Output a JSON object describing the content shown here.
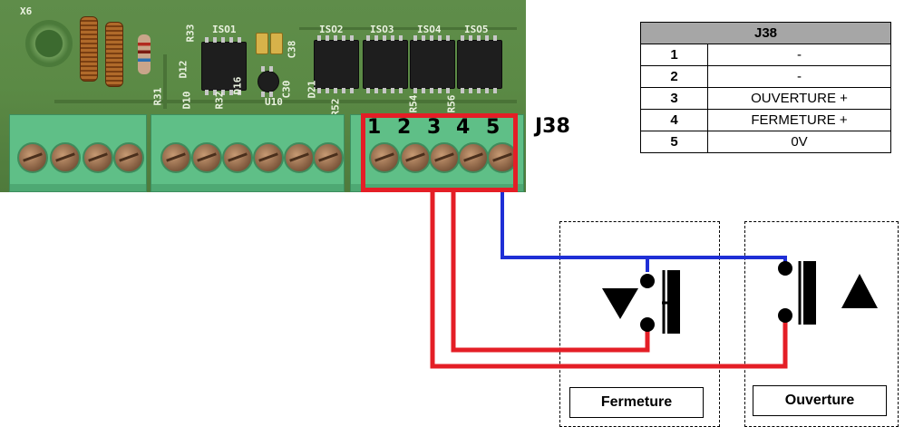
{
  "board": {
    "silk": [
      "X6",
      "R33",
      "D12",
      "ISO1",
      "ISO2",
      "ISO3",
      "ISO4",
      "ISO5",
      "C38",
      "R31",
      "D10",
      "R32",
      "D16",
      "U10",
      "C30",
      "D21",
      "R52",
      "R54",
      "R56"
    ],
    "connector_name": "J38",
    "pins": [
      "1",
      "2",
      "3",
      "4",
      "5"
    ]
  },
  "table": {
    "header": "J38",
    "rows": [
      {
        "pin": "1",
        "function": "-"
      },
      {
        "pin": "2",
        "function": "-"
      },
      {
        "pin": "3",
        "function": "OUVERTURE +"
      },
      {
        "pin": "4",
        "function": "FERMETURE +"
      },
      {
        "pin": "5",
        "function": "0V"
      }
    ]
  },
  "switches": {
    "close_label": "Fermeture",
    "open_label": "Ouverture",
    "close_symbol": "▼",
    "open_symbol": "▲"
  },
  "colors": {
    "positive_wire": "#e41e26",
    "ground_wire": "#1f2fd6",
    "table_header": "#a6a6a6",
    "pcb": "#5b8a45",
    "terminal": "#5fbf87"
  }
}
